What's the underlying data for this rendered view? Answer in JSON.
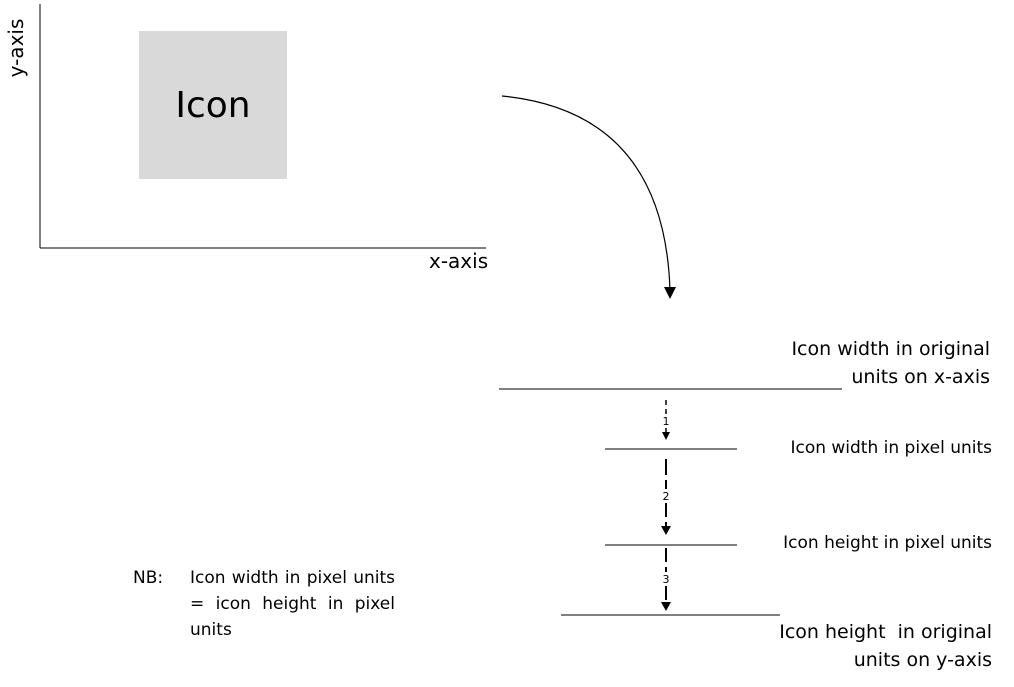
{
  "axes": {
    "y_label": "y-axis",
    "x_label": "x-axis"
  },
  "icon": {
    "label": "Icon",
    "fill_color": "#d9d9d9"
  },
  "steps": {
    "width_original": [
      "Icon width in original",
      "units on x-axis"
    ],
    "width_pixel": "Icon width in pixel units",
    "height_pixel": "Icon height in pixel units",
    "height_original": [
      "Icon height  in original",
      "units on y-axis"
    ],
    "numbers": [
      "1",
      "2",
      "3"
    ]
  },
  "note": {
    "prefix": "NB:",
    "text": "Icon width in pixel units = icon height in pixel units"
  }
}
